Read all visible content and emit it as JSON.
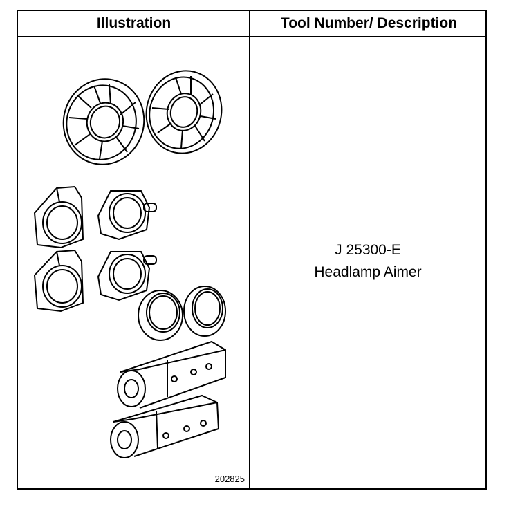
{
  "table": {
    "headers": {
      "illustration": "Illustration",
      "tool": "Tool Number/ Description"
    },
    "row": {
      "tool_number": "J 25300-E",
      "description": "Headlamp Aimer",
      "figure_number": "202825"
    }
  }
}
